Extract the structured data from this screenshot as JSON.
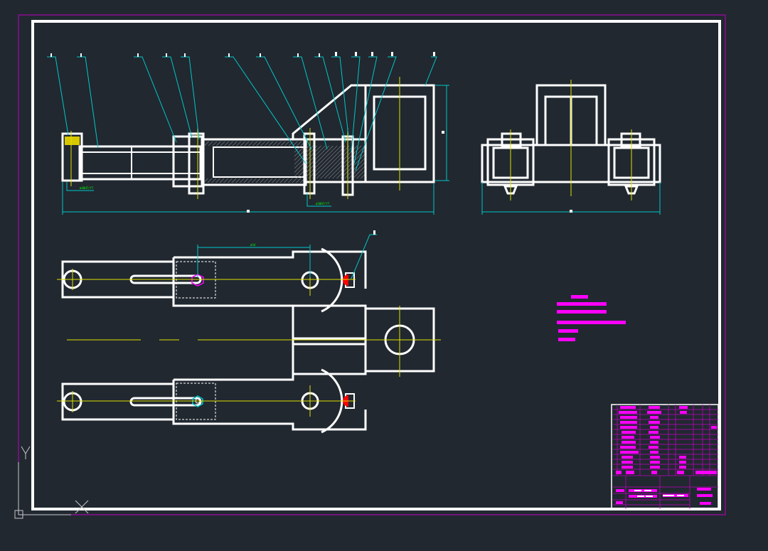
{
  "drawing": {
    "background": "#212830",
    "colors": {
      "outline": "#ffffff",
      "centerline": "#e0e000",
      "leader": "#00c8c8",
      "dimension": "#00c8c8",
      "magenta": "#ff00ff",
      "green_text": "#00ff00",
      "red": "#ff0000",
      "hatch": "#9a9a9a"
    },
    "annotations": {
      "front_left_dim": "ø40H7/f7",
      "front_right_dim": "ø30H7/f7",
      "top_dim": "ø34"
    }
  },
  "ucs": {
    "icon": "ucs-icon"
  }
}
